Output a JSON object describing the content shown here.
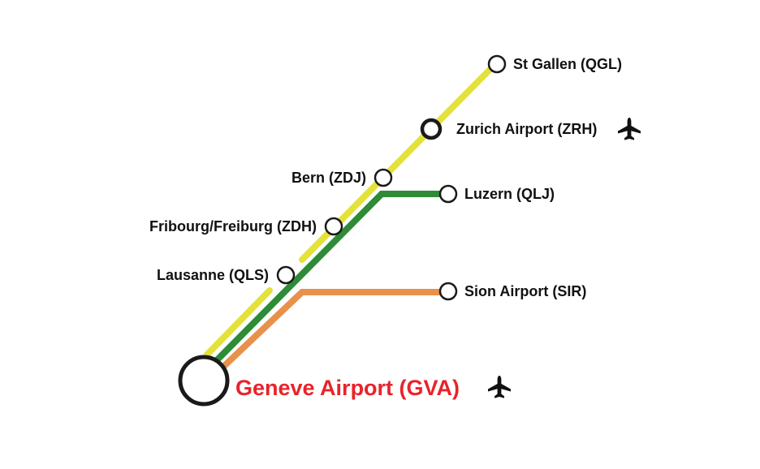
{
  "colors": {
    "yellow_line": "#e4e23a",
    "green_line": "#2e8b36",
    "orange_line": "#e8914a",
    "hub_text": "#e8232a",
    "station_stroke": "#1a1a1a",
    "label_text": "#111111"
  },
  "stations": {
    "st_gallen": "St Gallen (QGL)",
    "zurich": "Zurich Airport (ZRH)",
    "bern": "Bern (ZDJ)",
    "luzern": "Luzern (QLJ)",
    "fribourg": "Fribourg/Freiburg (ZDH)",
    "lausanne": "Lausanne (QLS)",
    "sion": "Sion Airport (SIR)",
    "geneve": "Geneve Airport (GVA)"
  },
  "icons": {
    "zurich_airport": "airplane-icon",
    "geneve_airport": "airplane-icon"
  }
}
